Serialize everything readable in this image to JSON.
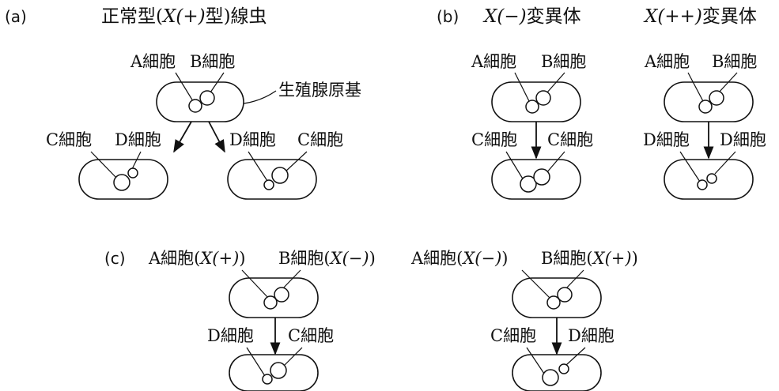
{
  "panel_a": {
    "label": "(a)",
    "title_prefix": "正常型(",
    "title_genotype": "X(+)",
    "title_suffix": "型)線虫",
    "top_left_cell": "A細胞",
    "top_right_cell": "B細胞",
    "gonad_primordium": "生殖腺原基",
    "left_bottom_left": "C細胞",
    "left_bottom_right": "D細胞",
    "right_bottom_left": "D細胞",
    "right_bottom_right": "C細胞"
  },
  "panel_b": {
    "label": "(b)",
    "mutant1_genotype": "X(−)",
    "mutant1_suffix": "変異体",
    "mutant2_genotype": "X(++)",
    "mutant2_suffix": "変異体",
    "m1_top_left": "A細胞",
    "m1_top_right": "B細胞",
    "m1_bottom_left": "C細胞",
    "m1_bottom_right": "C細胞",
    "m2_top_left": "A細胞",
    "m2_top_right": "B細胞",
    "m2_bottom_left": "D細胞",
    "m2_bottom_right": "D細胞"
  },
  "panel_c": {
    "label": "(c)",
    "left_top_left": "A細胞(",
    "left_top_left_gen": "X(+)",
    "left_top_right": "B細胞(",
    "left_top_right_gen": "X(−)",
    "left_bottom_left": "D細胞",
    "left_bottom_right": "C細胞",
    "right_top_left": "A細胞(",
    "right_top_left_gen": "X(−)",
    "right_top_right": "B細胞(",
    "right_top_right_gen": "X(+)",
    "right_bottom_left": "C細胞",
    "right_bottom_right": "D細胞",
    "close_paren": ")"
  }
}
